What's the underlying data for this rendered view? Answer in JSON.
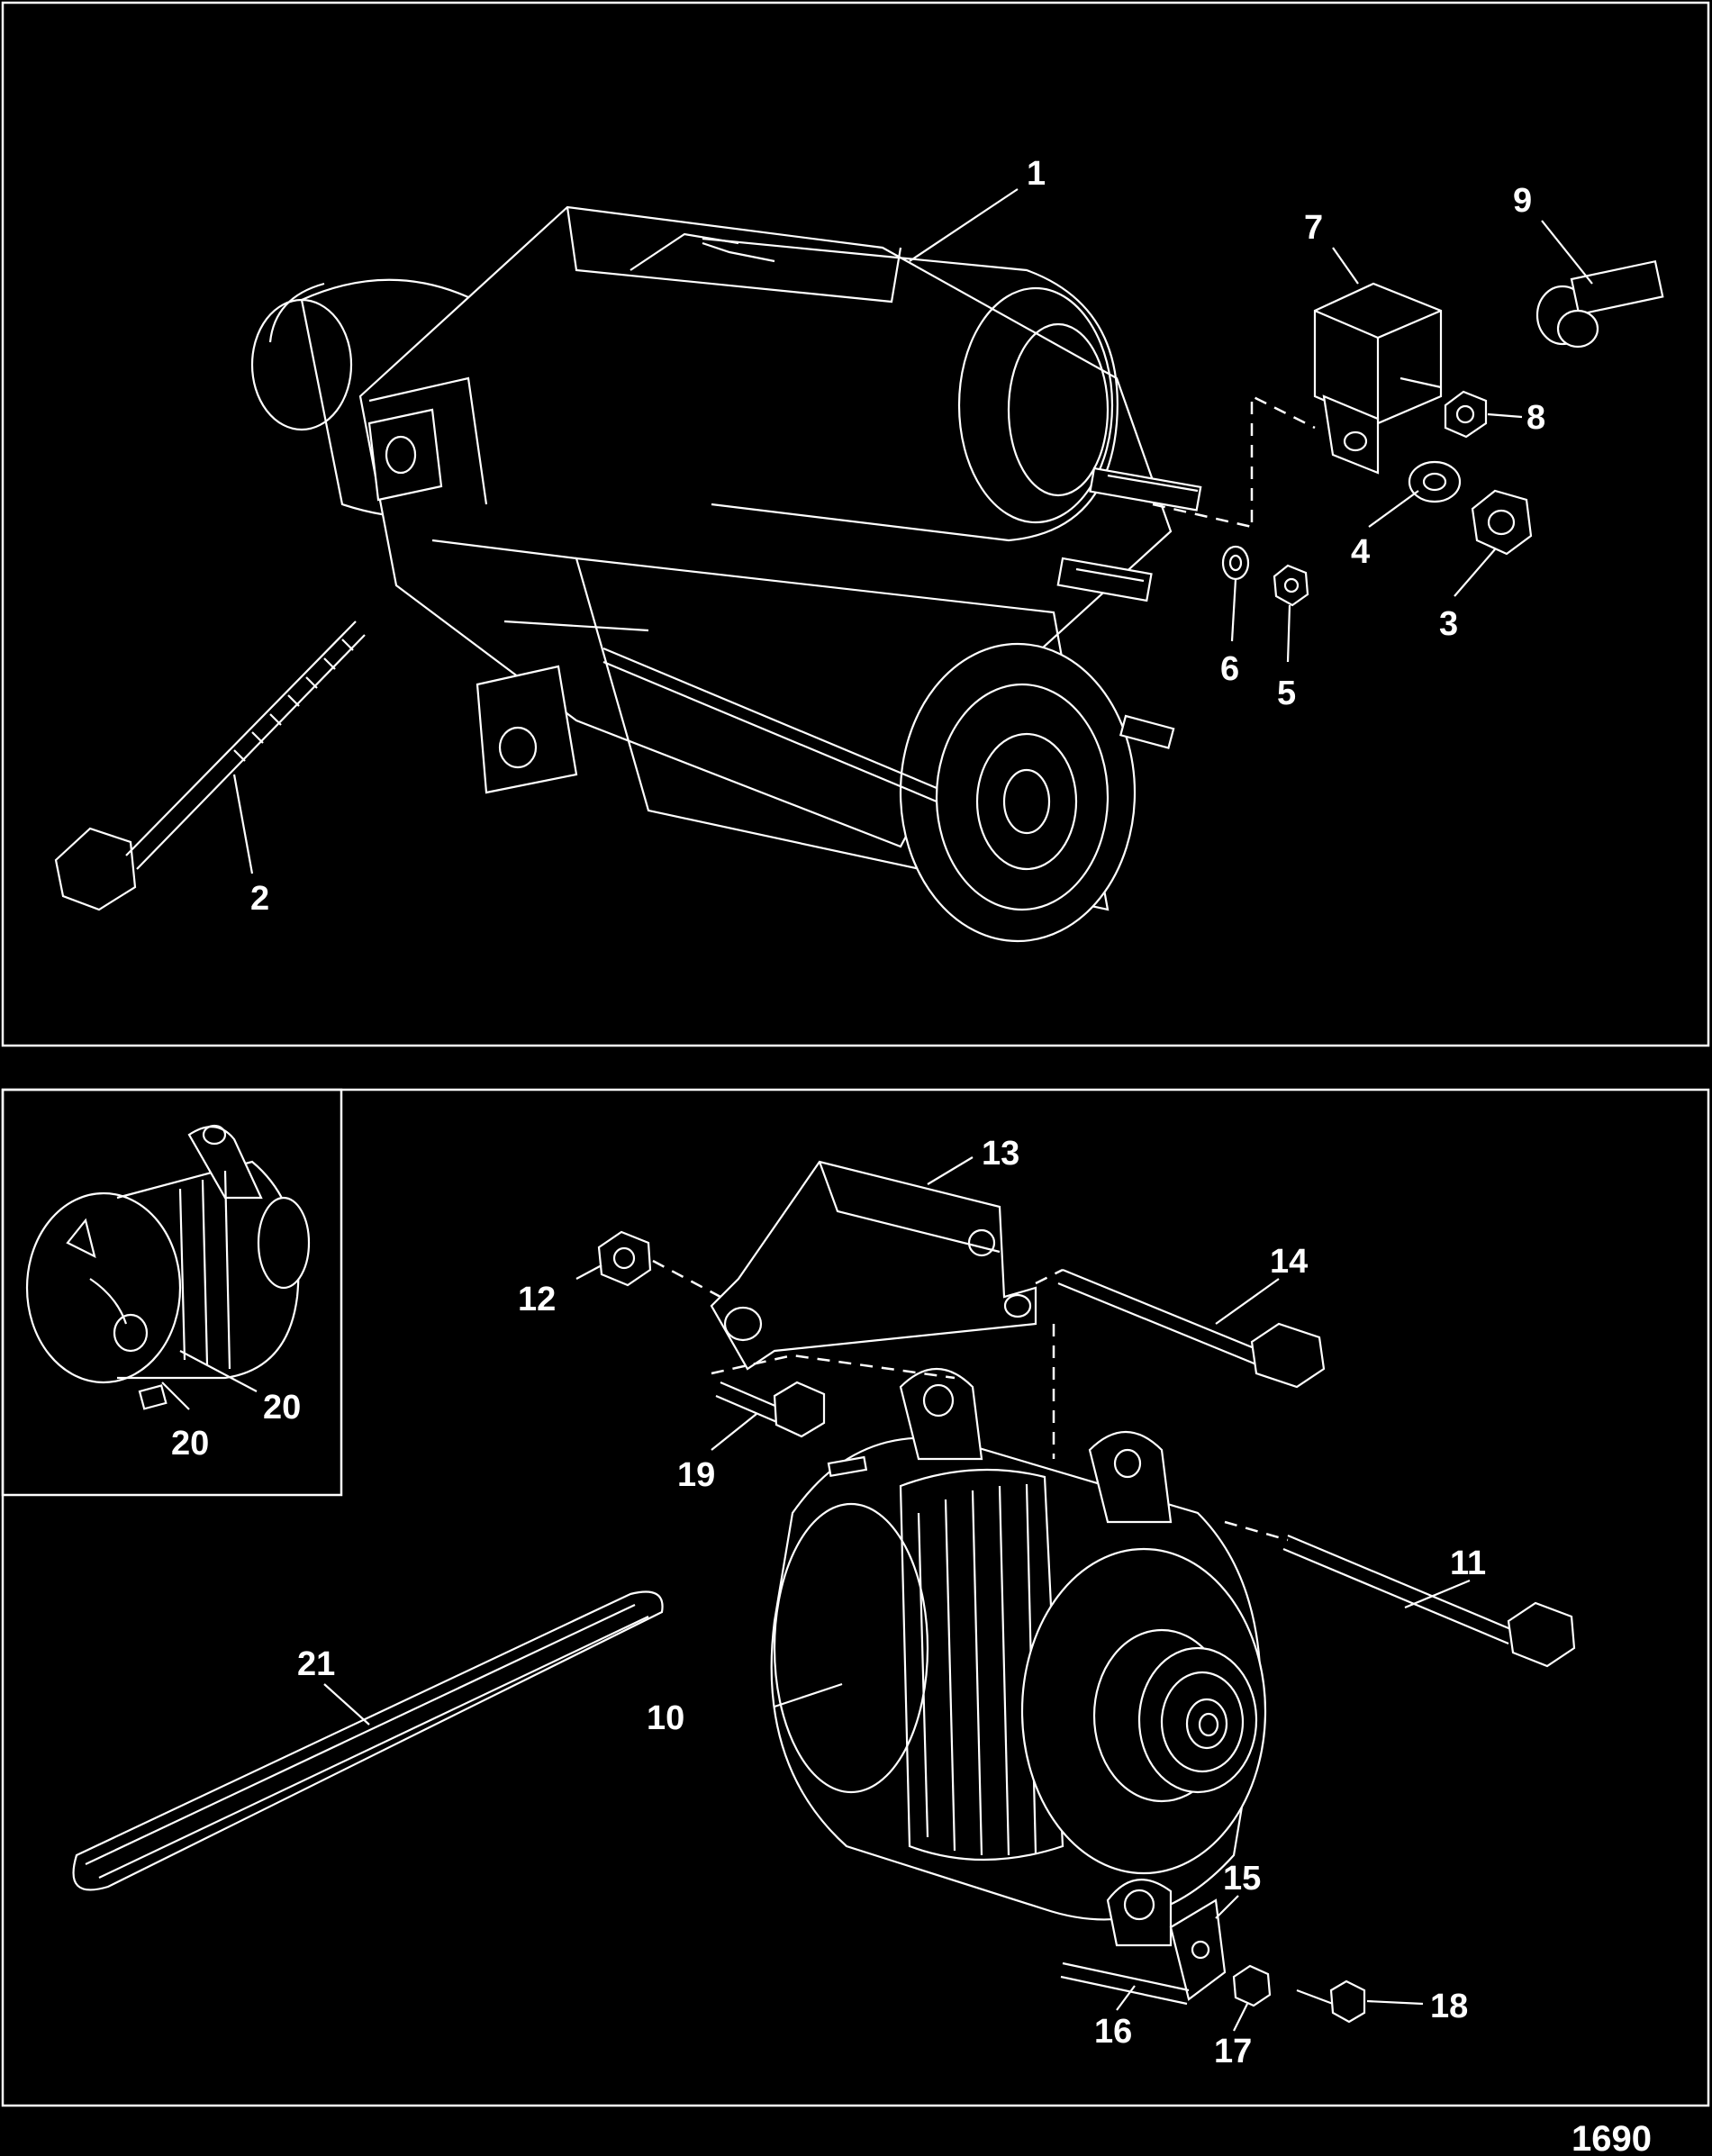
{
  "callouts": {
    "c1": "1",
    "c2": "2",
    "c3": "3",
    "c4": "4",
    "c5": "5",
    "c6": "6",
    "c7": "7",
    "c8": "8",
    "c9": "9",
    "c10": "10",
    "c11": "11",
    "c12": "12",
    "c13": "13",
    "c14": "14",
    "c15": "15",
    "c16": "16",
    "c17": "17",
    "c18": "18",
    "c19": "19",
    "c20a": "20",
    "c20b": "20",
    "c21": "21"
  },
  "figure_number": "1690",
  "colors": {
    "background": "#000000",
    "line": "#ffffff"
  }
}
